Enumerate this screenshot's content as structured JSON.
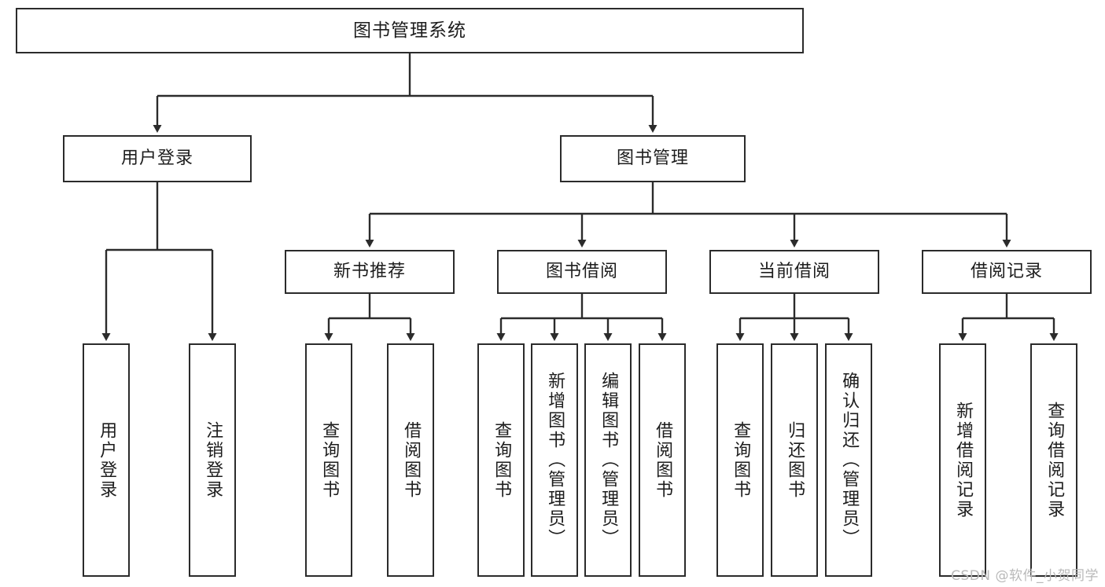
{
  "diagram": {
    "type": "tree-hierarchy-chart",
    "title": "图书管理系统",
    "colors": {
      "box_border": "#2b2b2b",
      "box_fill": "#ffffff",
      "edge": "#2b2b2b",
      "text": "#1d1d1d",
      "watermark": "#b9b9b9",
      "background": "#ffffff"
    },
    "root": {
      "label": "图书管理系统"
    },
    "level2": [
      {
        "label": "用户登录"
      },
      {
        "label": "图书管理"
      }
    ],
    "level3": [
      {
        "label": "新书推荐"
      },
      {
        "label": "图书借阅"
      },
      {
        "label": "当前借阅"
      },
      {
        "label": "借阅记录"
      }
    ],
    "leaves": {
      "user_login": [
        {
          "label": "用户登录"
        },
        {
          "label": "注销登录"
        }
      ],
      "new_book_recommend": [
        {
          "label": "查询图书"
        },
        {
          "label": "借阅图书"
        }
      ],
      "book_borrow": [
        {
          "label": "查询图书"
        },
        {
          "label": "新增图书（管理员）"
        },
        {
          "label": "编辑图书（管理员）"
        },
        {
          "label": "借阅图书"
        }
      ],
      "current_borrow": [
        {
          "label": "查询图书"
        },
        {
          "label": "归还图书"
        },
        {
          "label": "确认归还（管理员）"
        }
      ],
      "borrow_record": [
        {
          "label": "新增借阅记录"
        },
        {
          "label": "查询借阅记录"
        }
      ]
    }
  },
  "watermark": {
    "text": "CSDN @软件_小贺同学"
  }
}
